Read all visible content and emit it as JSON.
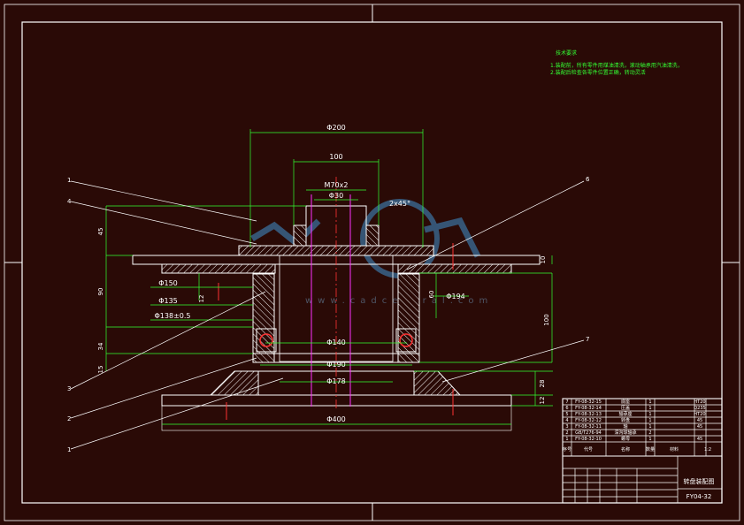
{
  "tech_requirements": {
    "title": "技术要求",
    "lines": [
      "1.装配前，所有零件用煤油清洗，滚动轴承用汽油清洗，",
      "2.装配后检查各零件位置正确，转动灵活"
    ]
  },
  "dimensions": {
    "phi200": "Φ200",
    "d100": "100",
    "m70": "M70x2",
    "phi30": "Φ30",
    "chamfer": "2x45°",
    "d45": "45",
    "d10": "10",
    "d90": "90",
    "phi150": "Φ150",
    "phi135": "Φ135",
    "phi138": "Φ138±0.5",
    "d12": "12",
    "d60": "60",
    "phi194": "Φ194",
    "d100v": "100",
    "d34": "34",
    "d15": "15",
    "phi140": "Φ140",
    "phi190": "Φ190",
    "phi178": "Φ178",
    "d28": "28",
    "d12b": "12",
    "phi400": "Φ400"
  },
  "leaders": [
    "1",
    "6",
    "3",
    "2",
    "1",
    "4",
    "7"
  ],
  "watermark": "www.cadcentral.com",
  "parts_list": {
    "rows": [
      {
        "no": "7",
        "code": "FY-08-32-15",
        "name": "底座",
        "qty": "1",
        "mat": "HT20"
      },
      {
        "no": "6",
        "code": "FY-08-32-14",
        "name": "压盖",
        "qty": "1",
        "mat": "Q235"
      },
      {
        "no": "5",
        "code": "FY-08-32-13",
        "name": "轴承座",
        "qty": "1",
        "mat": "HT20"
      },
      {
        "no": "4",
        "code": "FY-08-32-12",
        "name": "转盘",
        "qty": "1",
        "mat": "45"
      },
      {
        "no": "3",
        "code": "FY-08-32-11",
        "name": "轴",
        "qty": "1",
        "mat": "45"
      },
      {
        "no": "2",
        "code": "GB/T276-94",
        "name": "深沟球轴承",
        "qty": "2",
        "mat": ""
      },
      {
        "no": "1",
        "code": "FY-08-32-10",
        "name": "螺母",
        "qty": "1",
        "mat": "45"
      }
    ],
    "headers": [
      "序号",
      "代号",
      "名称",
      "数量",
      "材料"
    ]
  },
  "title_block": {
    "drawing_name": "转盘装配图",
    "drawing_no": "FY04-32",
    "scale": "1:2"
  }
}
